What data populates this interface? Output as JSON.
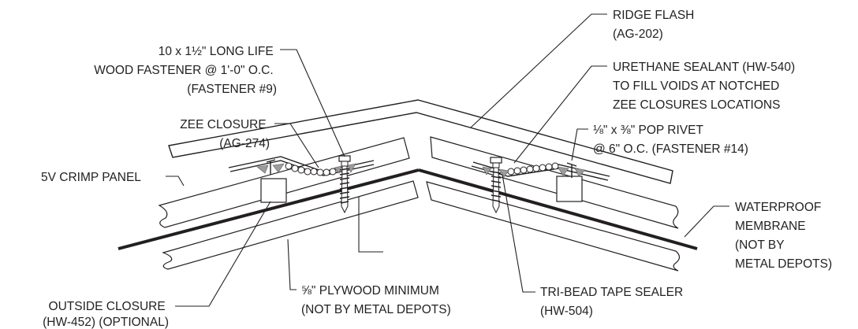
{
  "labels": {
    "ridge_flash": [
      "RIDGE FLASH",
      "(AG-202)"
    ],
    "wood_fastener": [
      "10 x 1½\" LONG LIFE",
      "WOOD FASTENER @ 1'-0\" O.C.",
      "(FASTENER #9)"
    ],
    "urethane_sealant": [
      "URETHANE SEALANT (HW-540)",
      "TO FILL VOIDS AT NOTCHED",
      "ZEE CLOSURES LOCATIONS"
    ],
    "zee_closure": [
      "ZEE CLOSURE",
      "(AG-274)"
    ],
    "pop_rivet": [
      "⅛\" x ⅜\" POP RIVET",
      "@ 6\" O.C. (FASTENER #14)"
    ],
    "crimp_panel": [
      "5V CRIMP PANEL"
    ],
    "waterproof_membrane": [
      "WATERPROOF",
      "MEMBRANE",
      "(NOT BY",
      "METAL DEPOTS)"
    ],
    "plywood": [
      "⅝\" PLYWOOD MINIMUM",
      "(NOT BY METAL DEPOTS)"
    ],
    "tri_bead_tape": [
      "TRI-BEAD TAPE SEALER",
      "(HW-504)"
    ],
    "outside_closure": [
      "OUTSIDE CLOSURE",
      "(HW-452) (OPTIONAL)"
    ]
  }
}
